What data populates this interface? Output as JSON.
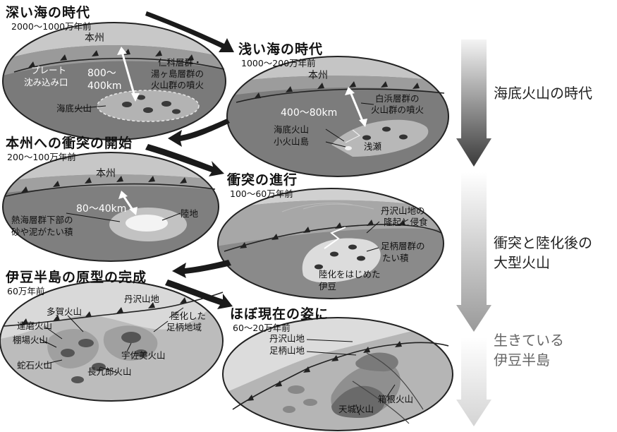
{
  "stages": [
    {
      "title": "深い海の時代",
      "date": "2000〜1000万年前"
    },
    {
      "title": "浅い海の時代",
      "date": "1000〜200万年前"
    },
    {
      "title": "本州への衝突の開始",
      "date": "200〜100万年前"
    },
    {
      "title": "衝突の進行",
      "date": "100〜60万年前"
    },
    {
      "title": "伊豆半島の原型の完成",
      "date": "60万年前"
    },
    {
      "title": "ほぼ現在の姿に",
      "date": "60〜20万年前"
    }
  ],
  "labels": {
    "s1": {
      "honshu": "本州",
      "plate_l1": "プレート",
      "plate_l2": "沈み込み口",
      "dist_l1": "800〜",
      "dist_l2": "400km",
      "volc_l1": "仁科層群・",
      "volc_l2": "湯ヶ島層群の",
      "volc_l3": "火山群の噴火",
      "seamount": "海底火山"
    },
    "s2": {
      "honshu": "本州",
      "dist": "400〜80km",
      "volc_l1": "白浜層群の",
      "volc_l2": "火山群の噴火",
      "seamount": "海底火山",
      "islet": "小火山島",
      "shoal": "浅瀬"
    },
    "s3": {
      "honshu": "本州",
      "dist": "80〜40km",
      "sed_l1": "熱海層群下部の",
      "sed_l2": "砂や泥がたい積",
      "land": "陸地"
    },
    "s4": {
      "tanzawa_l1": "丹沢山地の",
      "tanzawa_l2": "隆起と侵食",
      "ashigara_l1": "足柄層群の",
      "ashigara_l2": "たい積",
      "izu_l1": "陸化をはじめた",
      "izu_l2": "伊豆"
    },
    "s5": {
      "tanzawa": "丹沢山地",
      "taga": "多賀火山",
      "daruma": "達磨火山",
      "tanaba": "棚場火山",
      "jaishi": "蛇石火山",
      "ashigara_l1": "陸化した",
      "ashigara_l2": "足柄地域",
      "usami": "宇佐美火山",
      "chokuro": "長九郎火山"
    },
    "s6": {
      "tanzawa": "丹沢山地",
      "ashigara": "足柄山地",
      "hakone": "箱根火山",
      "amagi": "天城火山"
    }
  },
  "eras": [
    {
      "l1": "海底火山の時代",
      "l2": ""
    },
    {
      "l1": "衝突と陸化後の",
      "l2": "大型火山"
    },
    {
      "l1": "生きている",
      "l2": "伊豆半島"
    }
  ]
}
